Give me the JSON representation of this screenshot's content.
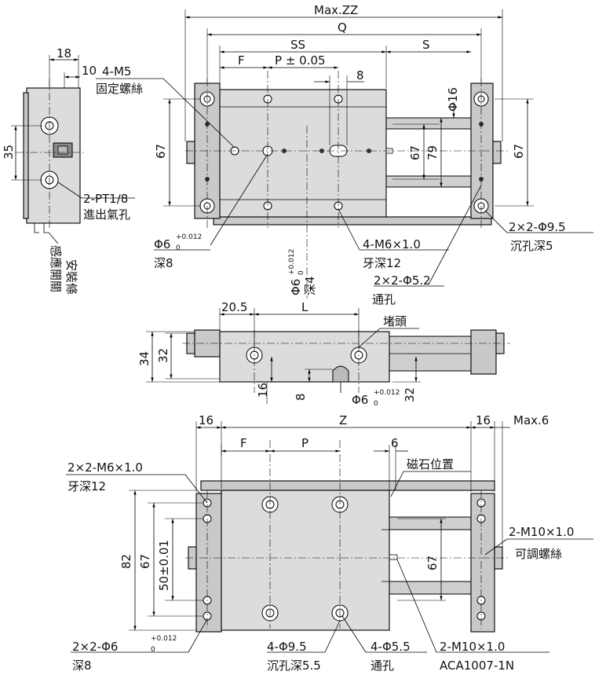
{
  "labels": {
    "max_zz": "Max.ZZ",
    "q": "Q",
    "ss": "SS",
    "s": "S",
    "f_top": "F",
    "p_tol": "P ± 0.05",
    "eight_top": "8",
    "phi16": "Φ16",
    "d67_left": "67",
    "d67_mid": "67",
    "d79": "79",
    "d67_right": "67",
    "d18": "18",
    "d10": "10",
    "d35": "35",
    "m5_count": "4-M5",
    "m5_desc": "固定螺絲",
    "pt_count": "2-PT1/8",
    "pt_desc": "進出氣孔",
    "sensor_1": "感應開關",
    "sensor_2": "安裝條",
    "phi6_a": "Φ6",
    "phi6_a_tol": "+0.012",
    "phi6_a_tol0": "0",
    "depth8_a": "深8",
    "phi6_v": "Φ6",
    "phi6_v_tol": "+0.012",
    "phi6_v_tol0": "0",
    "depth4_v": "深4",
    "m6_count": "4-M6×1.0",
    "m6_depth": "牙深12",
    "phi52": "2×2-Φ5.2",
    "through_a": "通孔",
    "phi95_top": "2×2-Φ9.5",
    "cbore5": "沉孔深5",
    "d205": "20.5",
    "l": "L",
    "plug": "堵頭",
    "d34": "34",
    "d32_left": "32",
    "d16_mid": "16",
    "d8_mid": "8",
    "phi6_b": "Φ6",
    "phi6_b_tol": "+0.012",
    "phi6_b_tol0": "0",
    "d32_right": "32",
    "d16_bl": "16",
    "z": "Z",
    "d16_br": "16",
    "max6": "Max.6",
    "f_bot": "F",
    "p_bot": "P",
    "six_bot": "6",
    "magnet": "磁石位置",
    "m6_bot": "2×2-M6×1.0",
    "m6_bot_depth": "牙深12",
    "d82": "82",
    "d67_bot_left": "67",
    "d50": "50±0.01",
    "m10_adj": "2-M10×1.0",
    "adj_screw": "可調螺絲",
    "d67_bot_right": "67",
    "phi6_c_pre": "2×2-Φ6",
    "phi6_c_tol": "+0.012",
    "phi6_c_tol0": "0",
    "depth8_c": "深8",
    "phi95_bot": "4-Φ9.5",
    "cbore55": "沉孔深5.5",
    "phi55": "4-Φ5.5",
    "through_b": "通孔",
    "m10_bot": "2-M10×1.0",
    "aca": "ACA1007-1N"
  }
}
